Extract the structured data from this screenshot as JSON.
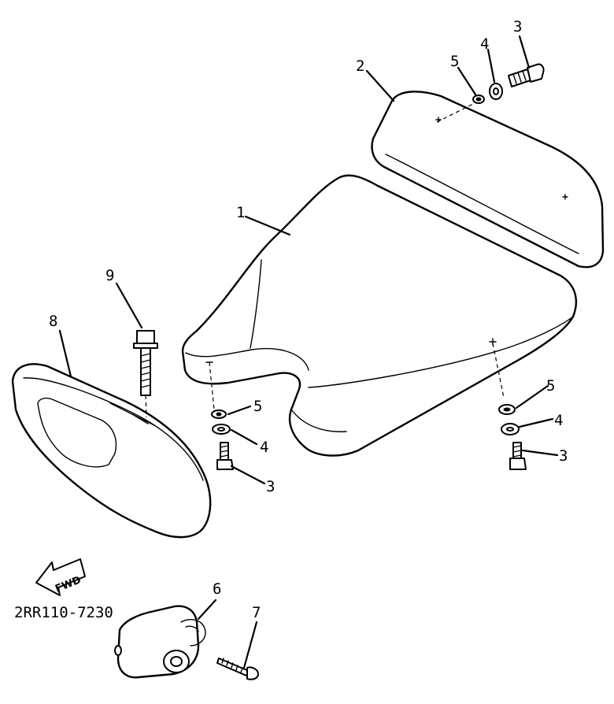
{
  "callouts": {
    "c1": "1",
    "c2": "2",
    "c3a": "3",
    "c3b": "3",
    "c3c": "3",
    "c4a": "4",
    "c4b": "4",
    "c4c": "4",
    "c5a": "5",
    "c5b": "5",
    "c5c": "5",
    "c6": "6",
    "c7": "7",
    "c8": "8",
    "c9": "9"
  },
  "fwd_label": "FWD",
  "diagram_code": "2RR110-7230"
}
